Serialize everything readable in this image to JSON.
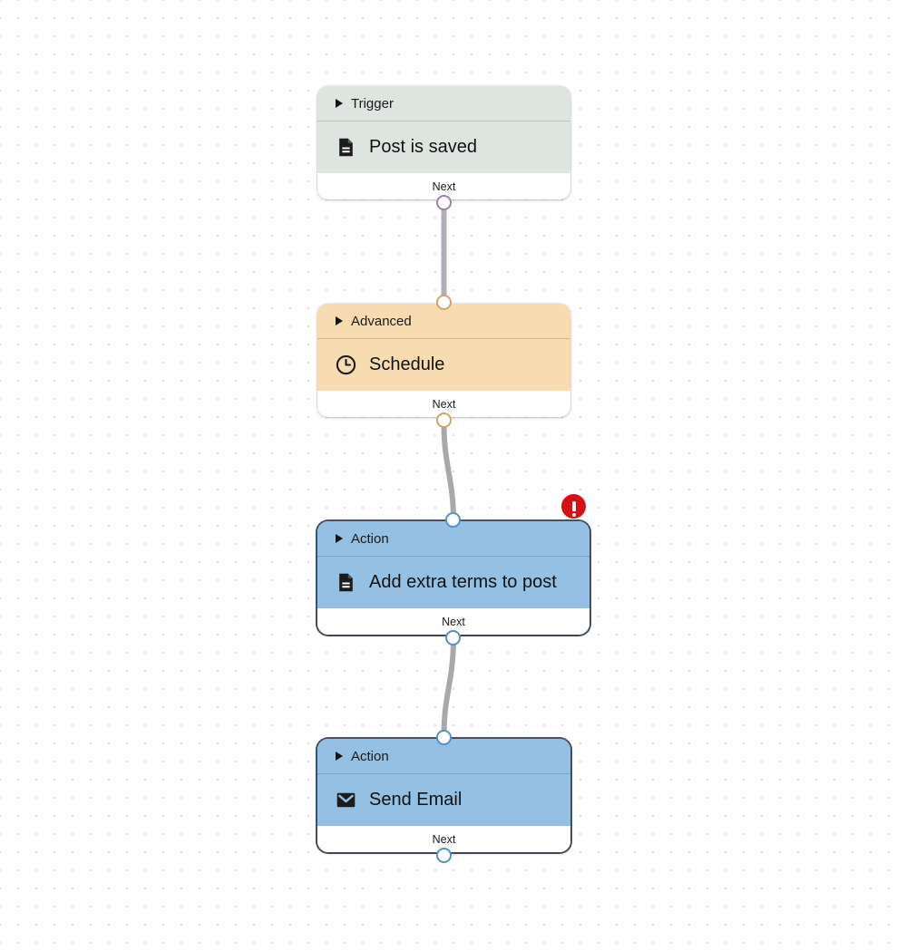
{
  "canvas": {
    "background_color": "#ffffff",
    "dot_color": "#d7d7d7"
  },
  "nodes": [
    {
      "id": "trigger",
      "category": "Trigger",
      "title": "Post is saved",
      "icon": "document-icon",
      "footer_label": "Next",
      "color": "#dee5e0",
      "port_color": "#a07fa8",
      "has_error": false
    },
    {
      "id": "advanced",
      "category": "Advanced",
      "title": "Schedule",
      "icon": "clock-icon",
      "footer_label": "Next",
      "color": "#f6dcb0",
      "port_color": "#c9a86a",
      "has_error": false
    },
    {
      "id": "action-terms",
      "category": "Action",
      "title": "Add extra terms to post",
      "icon": "document-icon",
      "footer_label": "Next",
      "color": "#93c0e3",
      "port_color": "#5a90c0",
      "has_error": true,
      "error_badge": "error-icon"
    },
    {
      "id": "action-email",
      "category": "Action",
      "title": "Send Email",
      "icon": "envelope-icon",
      "footer_label": "Next",
      "color": "#93c0e3",
      "port_color": "#5a90c0",
      "has_error": false
    }
  ],
  "connectors": [
    {
      "from": "trigger",
      "to": "advanced"
    },
    {
      "from": "advanced",
      "to": "action-terms"
    },
    {
      "from": "action-terms",
      "to": "action-email"
    }
  ]
}
